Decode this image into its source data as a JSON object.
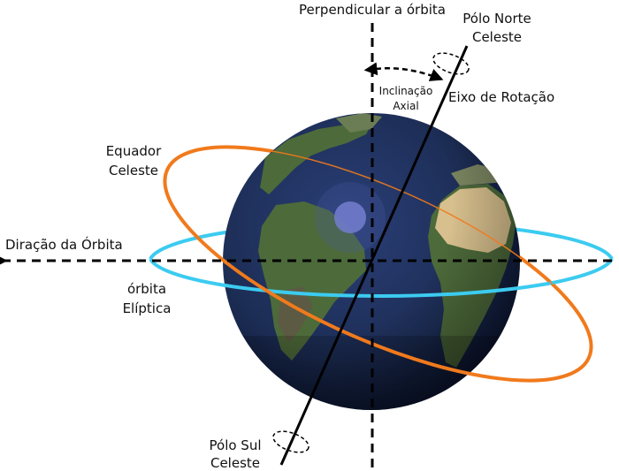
{
  "labels": {
    "perpendicular": "Perpendicular a órbita",
    "north_pole_1": "Pólo Norte",
    "north_pole_2": "Celeste",
    "tilt_1": "Inclinação",
    "tilt_2": "Axial",
    "rotation_axis": "Eixo de Rotação",
    "equator_1": "Equador",
    "equator_2": "Celeste",
    "orbit_direction": "Diração da Órbita",
    "orbit_1": "órbita",
    "orbit_2": "Elíptica",
    "south_pole_1": "Pólo Sul",
    "south_pole_2": "Celeste"
  },
  "colors": {
    "ocean": "#1c2d55",
    "land_green": "#4d6a3a",
    "land_desert": "#d8c08e",
    "celestial_equator": "#f07a1d",
    "orbit_plane": "#3ccbf0",
    "axis": "#000000"
  }
}
